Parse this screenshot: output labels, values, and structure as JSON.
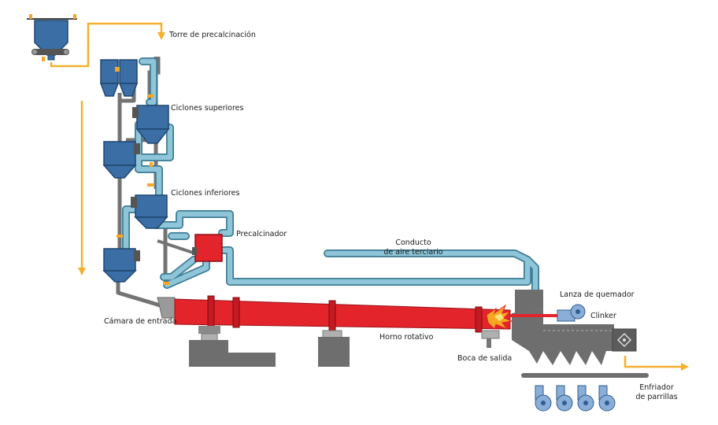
{
  "colors": {
    "duct_blue": "#8ec5d8",
    "duct_stroke": "#3f7d96",
    "cyclone_blue": "#3a6ea5",
    "cyclone_stroke": "#1f4770",
    "kiln_red": "#e3242b",
    "pipe_gray": "#737373",
    "base_gray": "#6e6e6e",
    "flow_orange": "#f5b030",
    "coupling_orange": "#f5a623",
    "cooler_roller": "#8aaed8"
  },
  "labels": {
    "tower": "Torre de precalcinación",
    "upper_cyclones": "Ciclones superiores",
    "lower_cyclones": "Ciclones inferiores",
    "precalciner": "Precalcinador",
    "tertiary_line1": "Conducto",
    "tertiary_line2": "de aire terciario",
    "burner": "Lanza de quemador",
    "clinker": "Clinker",
    "inlet_chamber": "Cámara de entrada",
    "rotary_kiln": "Horno rotativo",
    "outlet": "Boca de salida",
    "cooler_line1": "Enfriador",
    "cooler_line2": "de parrillas"
  },
  "icons": {
    "flame": "flame-icon",
    "arrow": "flow-arrow-icon"
  }
}
